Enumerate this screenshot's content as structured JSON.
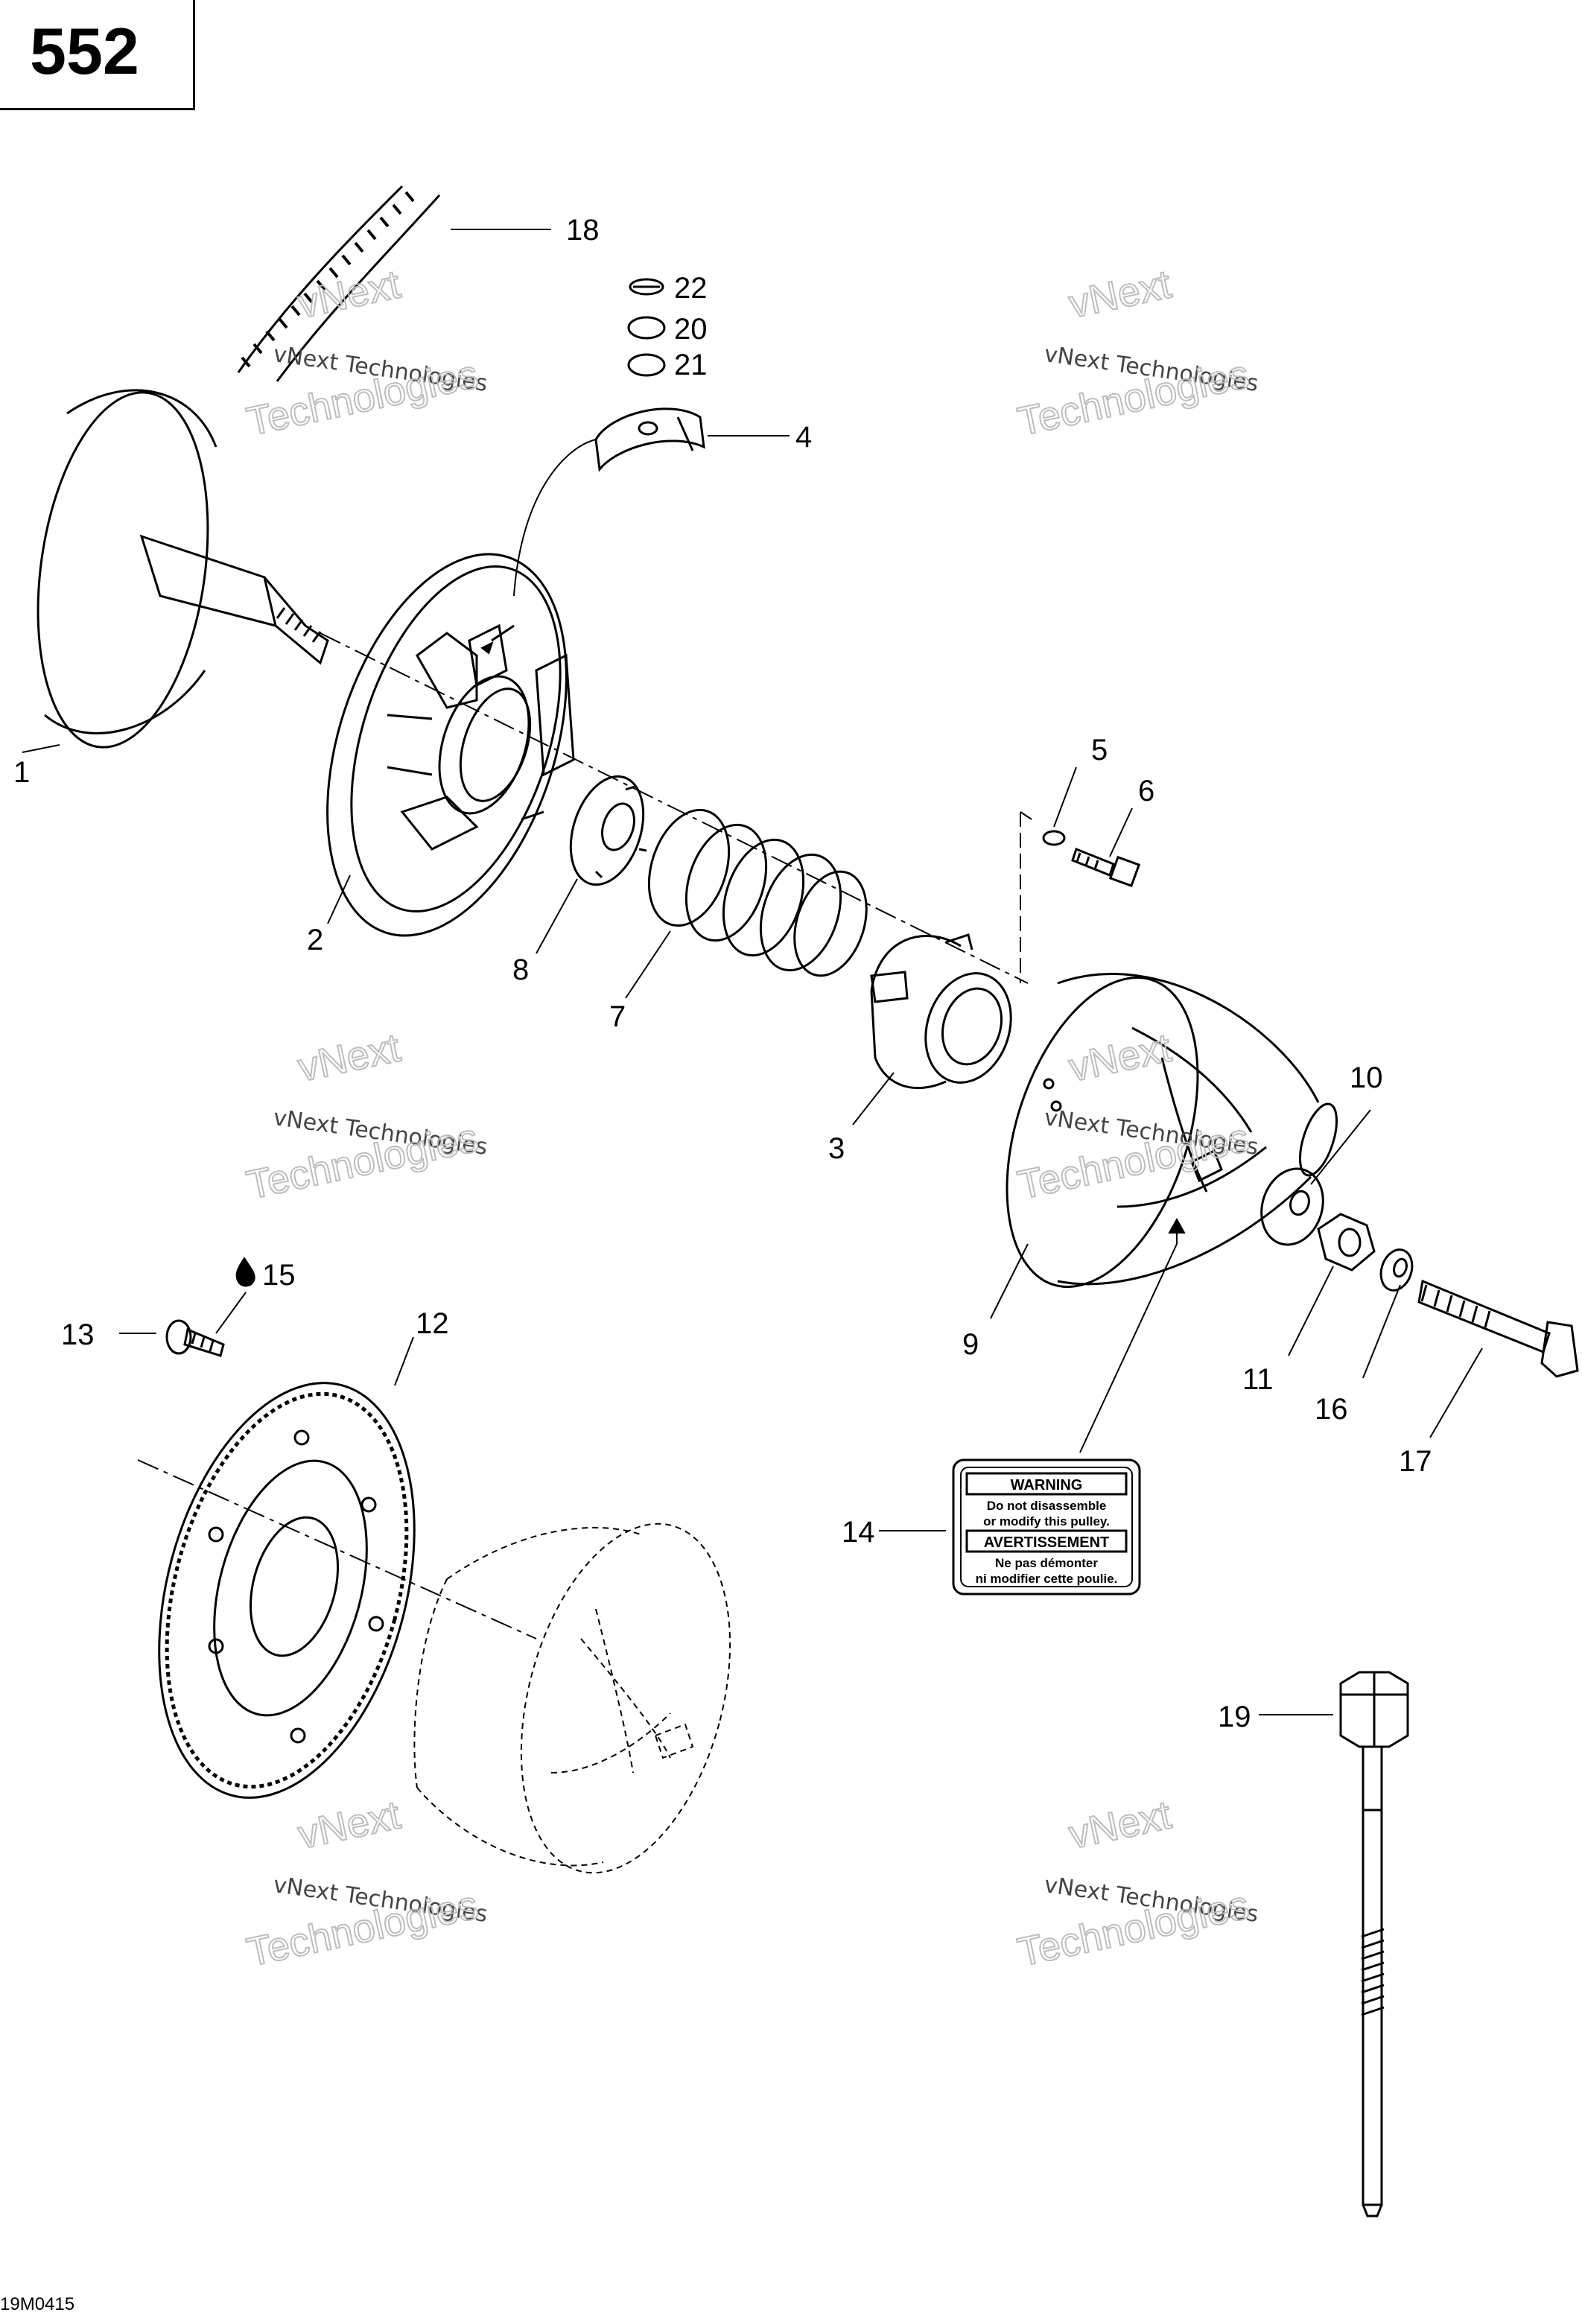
{
  "page_number": "552",
  "drawing_code": "19M0415",
  "watermark": {
    "line1": "vNext Technologies",
    "line2": "vNext",
    "line3": "Technologies"
  },
  "callouts": {
    "c1": "1",
    "c2": "2",
    "c3": "3",
    "c4": "4",
    "c5": "5",
    "c6": "6",
    "c7": "7",
    "c8": "8",
    "c9": "9",
    "c10": "10",
    "c11": "11",
    "c12": "12",
    "c13": "13",
    "c14": "14",
    "c15": "15",
    "c16": "16",
    "c17": "17",
    "c18": "18",
    "c19": "19",
    "c20": "20",
    "c21": "21",
    "c22": "22"
  },
  "warning_label": {
    "heading_en": "WARNING",
    "line1_en": "Do not disassemble",
    "line2_en": "or modify this pulley.",
    "heading_fr": "AVERTISSEMENT",
    "line1_fr": "Ne pas démonter",
    "line2_fr": "ni modifier cette poulie."
  }
}
